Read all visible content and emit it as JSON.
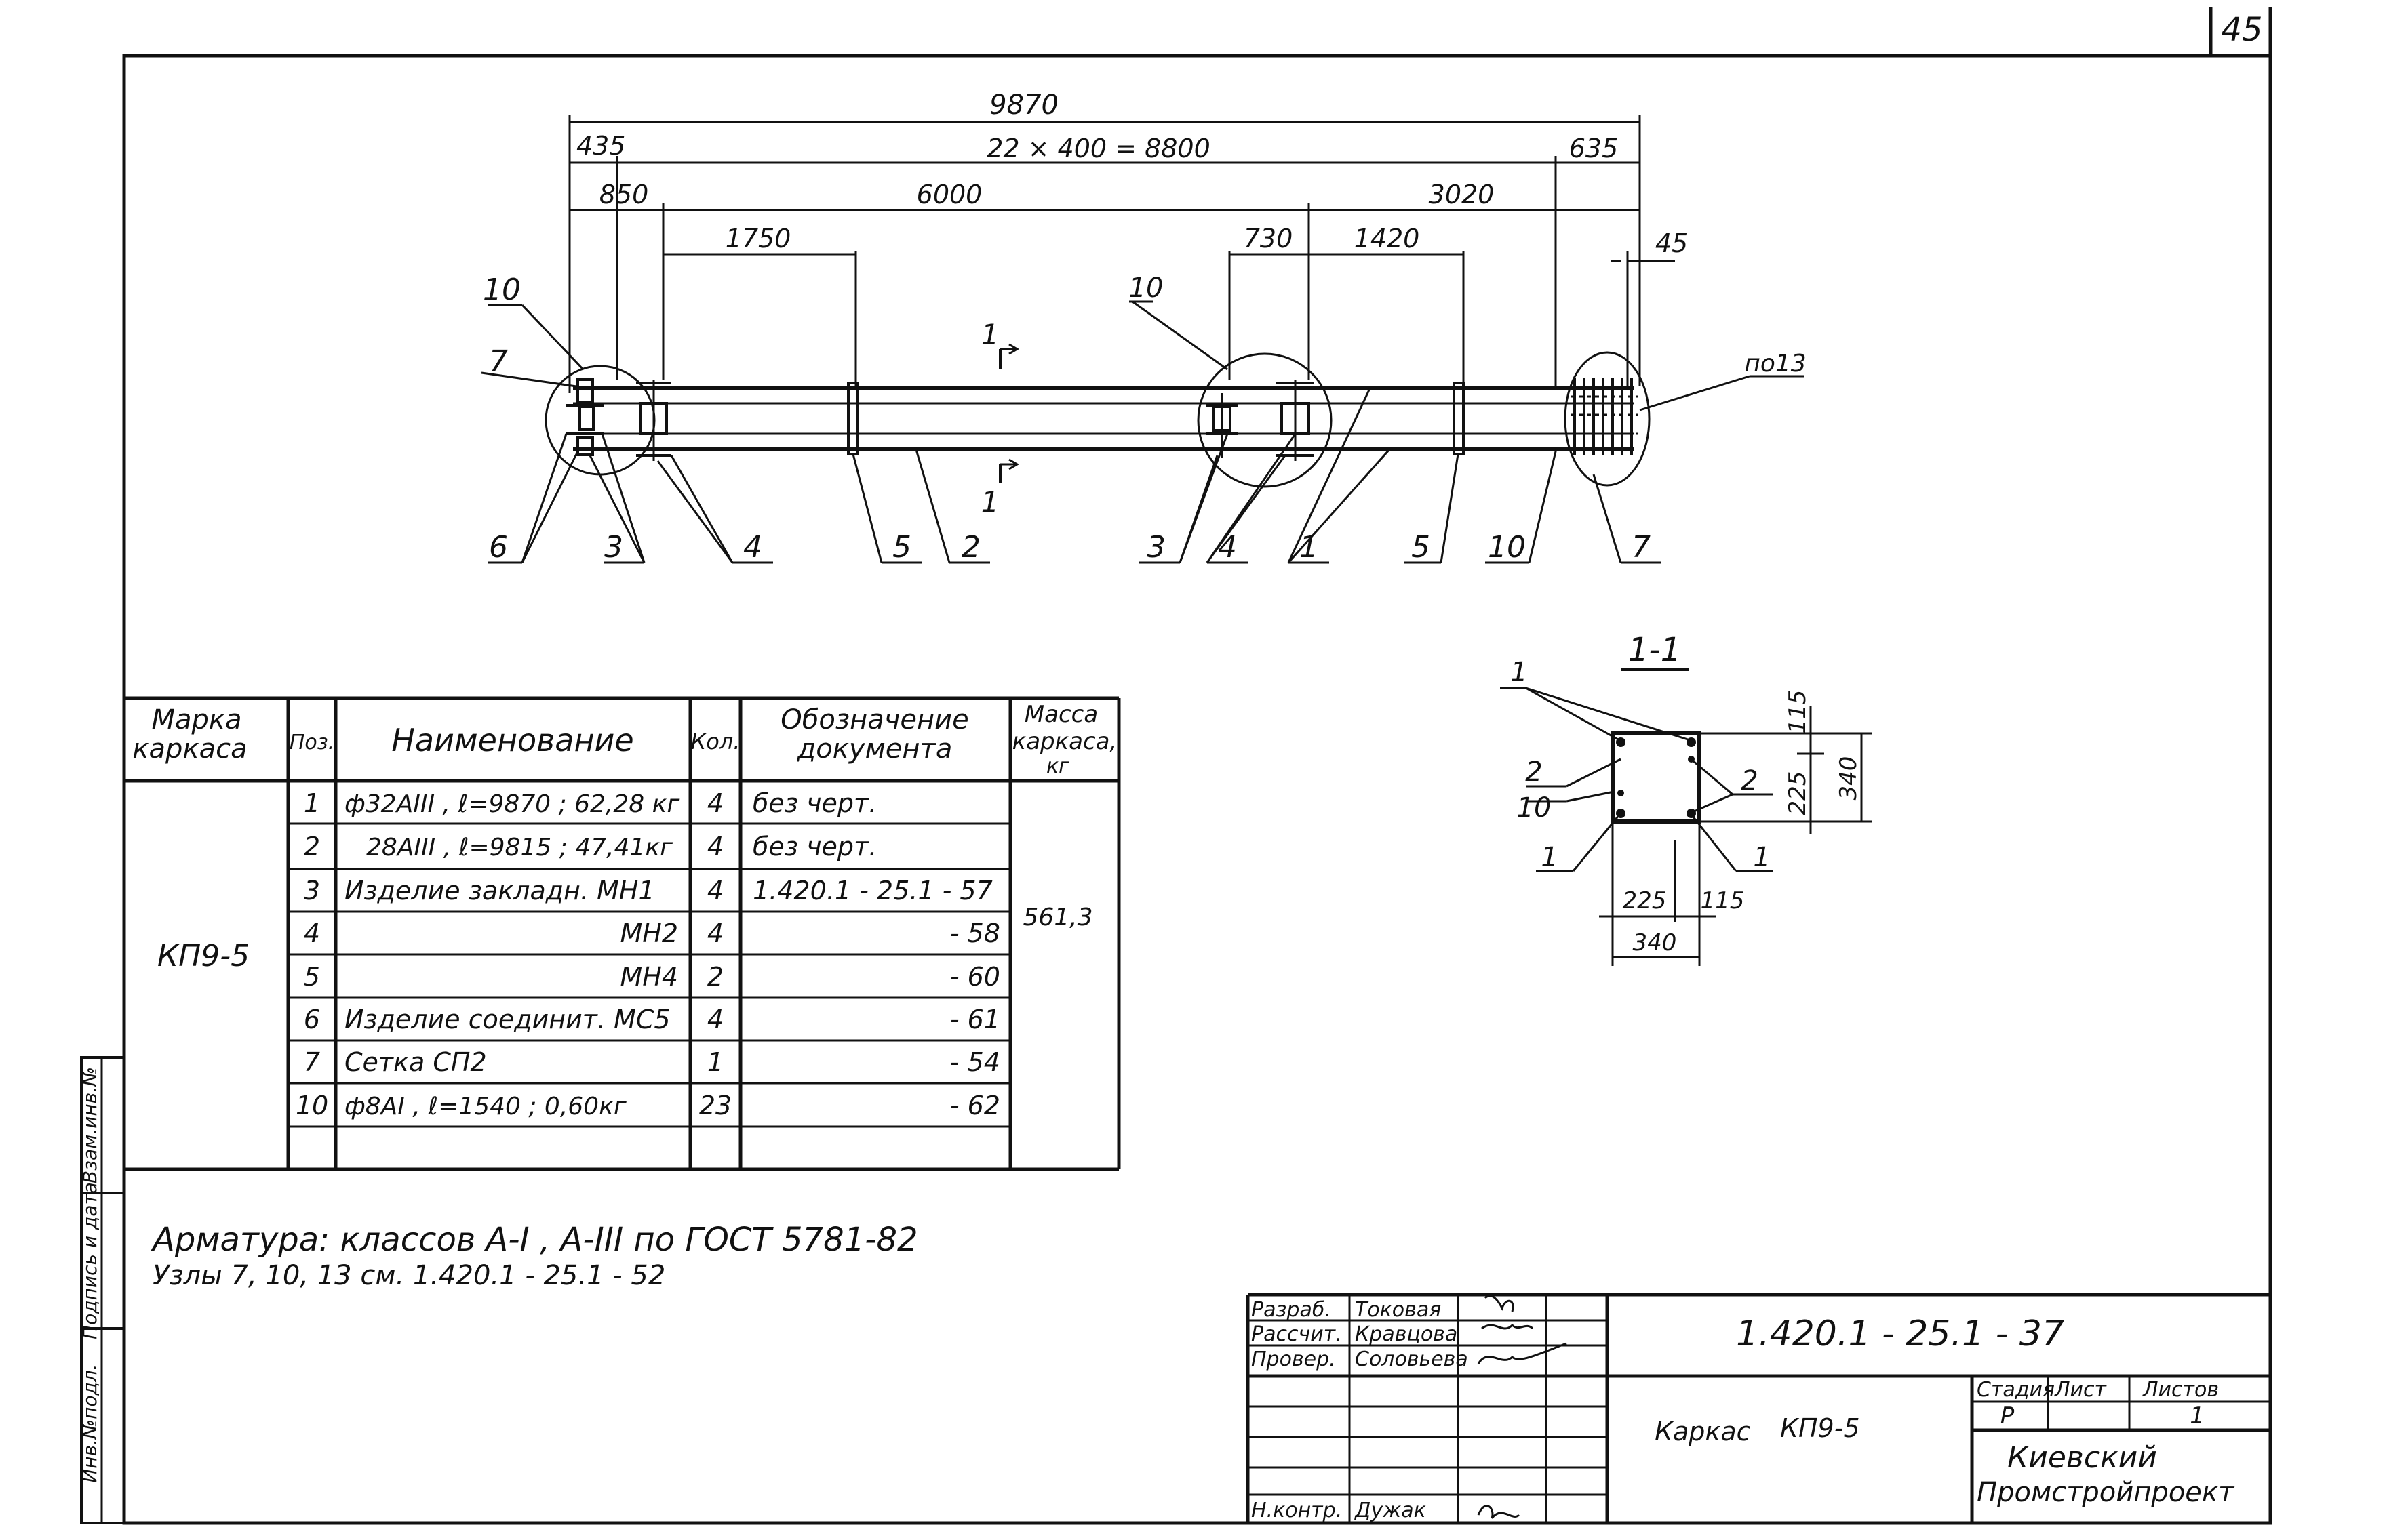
{
  "sheet_number": "45",
  "drawing_code": "1.420.1 - 25.1 - 37",
  "title": {
    "name": "Каркас",
    "mark": "КП9-5"
  },
  "organization": {
    "line1": "Киевский",
    "line2": "Промстройпроект"
  },
  "stage_headers": {
    "stage": "Стадия",
    "sheet": "Лист",
    "sheets": "Листов"
  },
  "stage_values": {
    "stage": "Р",
    "sheet": "",
    "sheets": "1"
  },
  "signatures": [
    {
      "role": "Разраб.",
      "name": "Токовая"
    },
    {
      "role": "Рассчит.",
      "name": "Кравцова"
    },
    {
      "role": "Провер.",
      "name": "Соловьева"
    },
    {
      "role": "Н.контр.",
      "name": "Дужак"
    }
  ],
  "side_stamp": {
    "a": "Инв.№подл.",
    "b": "Подпись и дата",
    "c": "Взам.инв.№"
  },
  "dimensions": {
    "overall": "9870",
    "pitch": "22 × 400 = 8800",
    "left_435": "435",
    "right_635": "635",
    "d850": "850",
    "d6000": "6000",
    "d3020": "3020",
    "d1750": "1750",
    "d730": "730",
    "d1420": "1420",
    "d45": "45"
  },
  "callouts": {
    "c10a": "10",
    "c7a": "7",
    "c10b": "10",
    "ref13": "по13",
    "b6": "6",
    "b3a": "3",
    "b4a": "4",
    "b5a": "5",
    "b2": "2",
    "b3b": "3",
    "b4b": "4",
    "b1": "1",
    "b5b": "5",
    "b10": "10",
    "b7": "7",
    "s1top": "1",
    "s1bot": "1"
  },
  "section": {
    "title": "1-1",
    "l1a": "1",
    "l2a": "2",
    "l10": "10",
    "l1b": "1",
    "l2b": "2",
    "l1c": "1",
    "d115a": "115",
    "d225a": "225",
    "d340a": "340",
    "d225b": "225",
    "d115b": "115",
    "d340b": "340"
  },
  "table": {
    "headers": {
      "mark": [
        "Марка",
        "каркаса"
      ],
      "pos": "Поз.",
      "name": "Наименование",
      "qty": "Кол.",
      "doc": [
        "Обозначение",
        "документа"
      ],
      "mass": [
        "Масса",
        "каркаса,",
        "кг"
      ]
    },
    "mark": "КП9-5",
    "mass": "561,3",
    "rows": [
      {
        "pos": "1",
        "name": "ф32АIII , ℓ=9870 ; 62,28 кг",
        "qty": "4",
        "doc": "без черт."
      },
      {
        "pos": "2",
        "name": "28АIII , ℓ=9815 ; 47,41кг",
        "qty": "4",
        "doc": "без черт."
      },
      {
        "pos": "3",
        "name": "Изделие закладн. МН1",
        "qty": "4",
        "doc": "1.420.1 - 25.1 - 57"
      },
      {
        "pos": "4",
        "name": "МН2",
        "qty": "4",
        "doc": "- 58"
      },
      {
        "pos": "5",
        "name": "МН4",
        "qty": "2",
        "doc": "- 60"
      },
      {
        "pos": "6",
        "name": "Изделие соединит. МС5",
        "qty": "4",
        "doc": "- 61"
      },
      {
        "pos": "7",
        "name": "Сетка СП2",
        "qty": "1",
        "doc": "- 54"
      },
      {
        "pos": "10",
        "name": "ф8АI , ℓ=1540 ; 0,60кг",
        "qty": "23",
        "doc": "- 62"
      },
      {
        "pos": "",
        "name": "",
        "qty": "",
        "doc": ""
      }
    ]
  },
  "notes": [
    "Арматура: классов А-I , А-III по ГОСТ 5781-82",
    "Узлы 7, 10, 13   см. 1.420.1 - 25.1 - 52"
  ]
}
